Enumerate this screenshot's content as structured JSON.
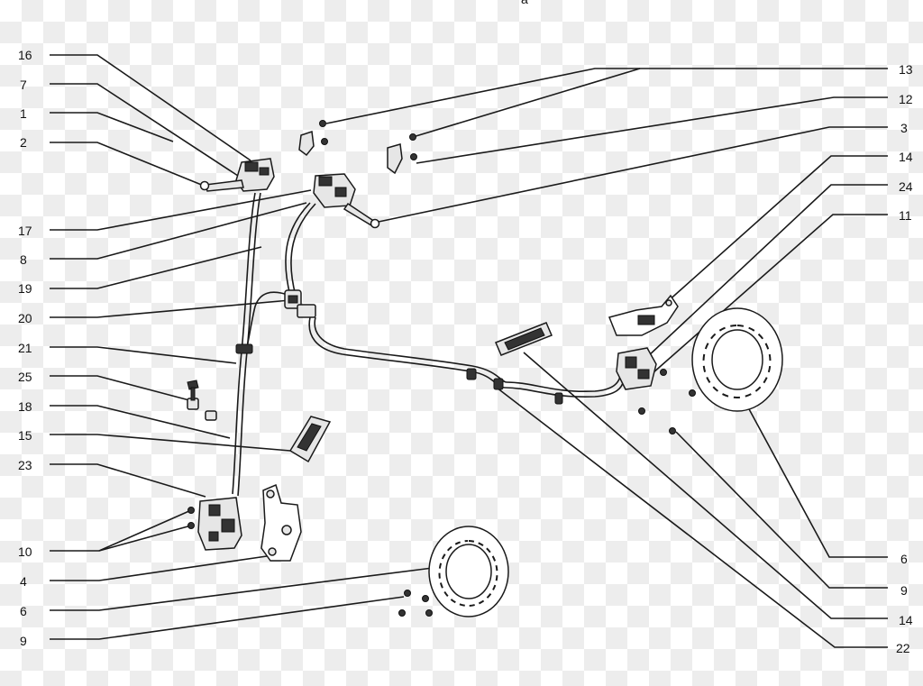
{
  "callouts_left": [
    "16",
    "7",
    "1",
    "2",
    "17",
    "8",
    "19",
    "20",
    "21",
    "25",
    "18",
    "15",
    "23",
    "10",
    "4",
    "6",
    "9"
  ],
  "callouts_right": [
    "13",
    "12",
    "3",
    "14",
    "24",
    "11",
    "6",
    "9",
    "14",
    "22"
  ],
  "stray_mark": "a",
  "colors": {
    "ink": "#1a1a1a",
    "checker": "#ededed",
    "background": "#ffffff"
  },
  "icons": [
    "left-lever-icon",
    "right-lever-icon",
    "front-caliper-icon",
    "rear-caliper-icon",
    "front-disc-icon",
    "rear-disc-icon",
    "brake-pad-icon",
    "junction-icon",
    "hose-clamp-icon",
    "mount-bracket-icon",
    "bolt-icon"
  ]
}
